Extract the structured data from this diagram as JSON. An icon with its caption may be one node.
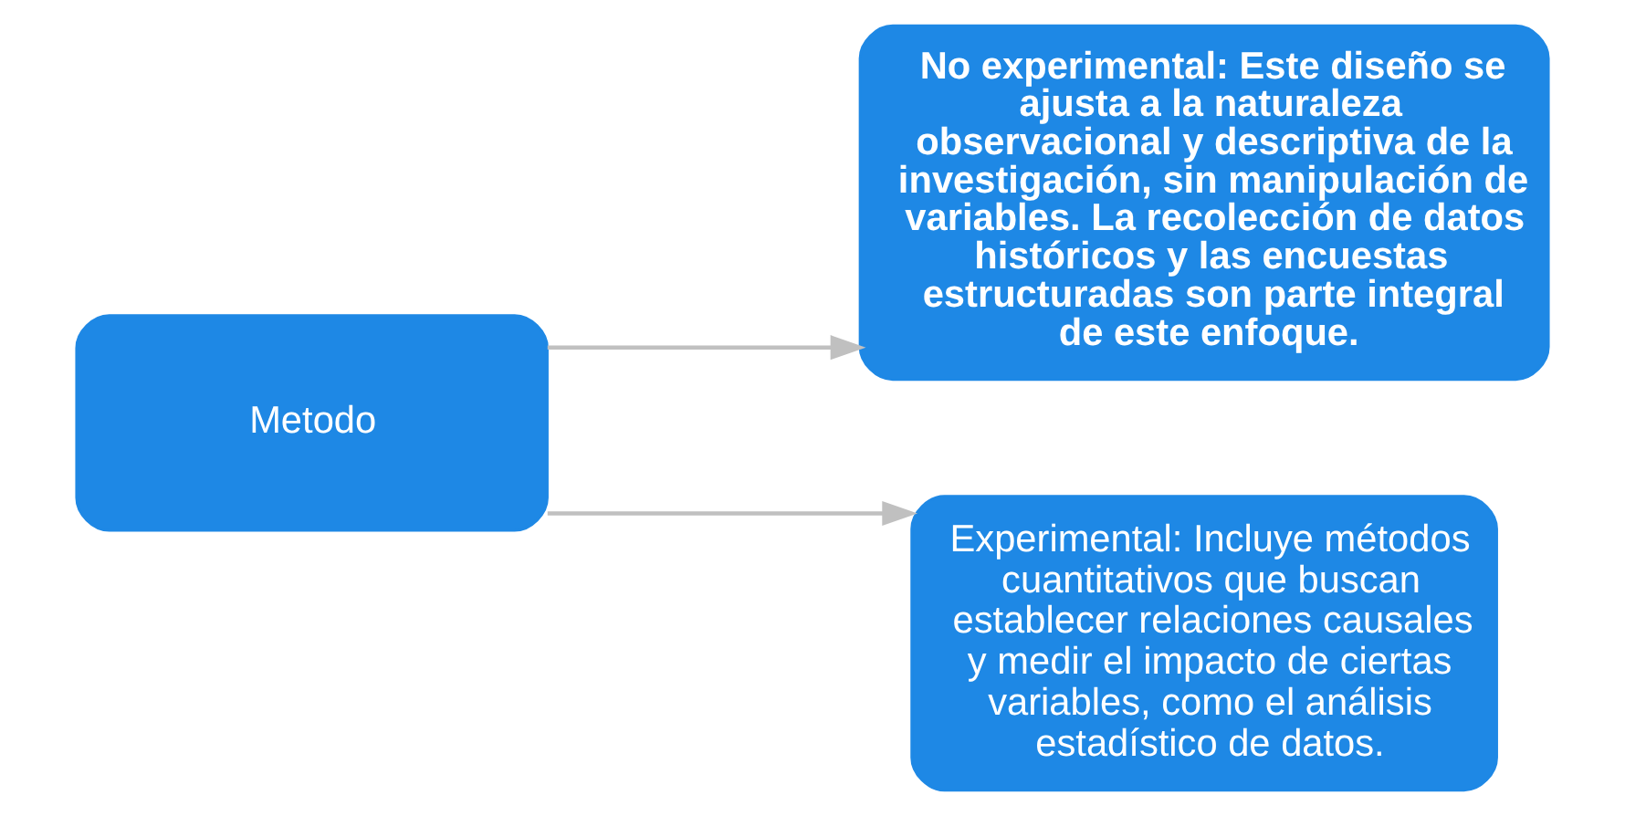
{
  "diagram": {
    "nodes": [
      {
        "text": [
          "Metodo"
        ]
      },
      {
        "text": [
          "No experimental: Este diseño se ajusta a la naturaleza observacional y descriptiva de la investigación, sin manipulación de variables. La recolección de datos históricos y las encuestas estructuradas son parte integral de este enfoque."
        ]
      },
      {
        "text": [
          "Experimental: Incluye métodos cuantitativos que buscan establecer relaciones causales y medir el impacto de ciertas variables, como el análisis estadístico de datos."
        ]
      }
    ],
    "edges": [
      {
        "from": 0,
        "to": 1,
        "arrow": "to"
      },
      {
        "from": 0,
        "to": 2,
        "arrow": "to"
      }
    ]
  }
}
